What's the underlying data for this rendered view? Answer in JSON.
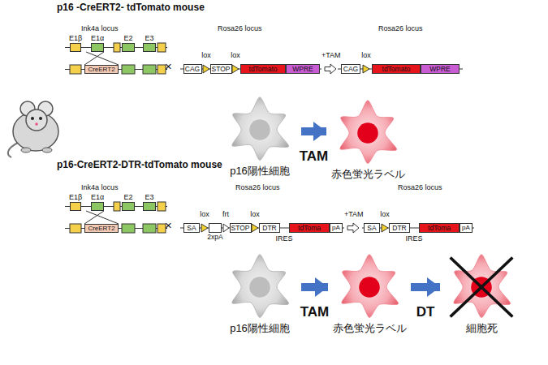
{
  "diagram": {
    "nodes": [
      {
        "text": [
          "E1β"
        ]
      },
      {
        "text": [
          "E1α"
        ]
      },
      {
        "text": [
          "E2"
        ]
      },
      {
        "text": [
          "E3"
        ]
      },
      {
        "text": [
          "CreERT2"
        ]
      },
      {
        "text": [
          "CAG"
        ]
      },
      {
        "text": [
          "STOP"
        ]
      },
      {
        "text": [
          "tdTomato"
        ]
      },
      {
        "text": [
          "WPRE"
        ]
      },
      {
        "text": [
          "CAG"
        ]
      },
      {
        "text": [
          "tdTomato"
        ]
      },
      {
        "text": [
          "WPRE"
        ]
      },
      {
        "text": [
          "p16陽性細胞"
        ]
      },
      {
        "text": [
          "赤色蛍光ラベル"
        ]
      },
      {
        "text": [
          "E1β"
        ]
      },
      {
        "text": [
          "E1α"
        ]
      },
      {
        "text": [
          "E2"
        ]
      },
      {
        "text": [
          "E3"
        ]
      },
      {
        "text": [
          "CreERT2"
        ]
      },
      {
        "text": [
          "SA"
        ]
      },
      {
        "text": [
          "2xpA"
        ]
      },
      {
        "text": [
          "STOP"
        ]
      },
      {
        "text": [
          "DTR"
        ]
      },
      {
        "text": [
          "tdToma"
        ]
      },
      {
        "text": [
          "pA"
        ]
      },
      {
        "text": [
          "SA"
        ]
      },
      {
        "text": [
          "DTR"
        ]
      },
      {
        "text": [
          "tdToma"
        ]
      },
      {
        "text": [
          "pA"
        ]
      },
      {
        "text": [
          "p16陽性細胞"
        ]
      },
      {
        "text": [
          "赤色蛍光ラベル"
        ]
      },
      {
        "text": [
          "細胞死"
        ]
      }
    ],
    "edges": [
      {
        "from": 12,
        "to": 13,
        "label": "TAM",
        "arrow": "to"
      },
      {
        "from": 29,
        "to": 30,
        "label": "TAM",
        "arrow": "to"
      },
      {
        "from": 30,
        "to": 31,
        "label": "DT",
        "arrow": "to"
      }
    ],
    "labels": [
      "p16 -CreERT2- tdTomato mouse",
      "Ink4a locus",
      "×",
      "Rosa26 locus",
      "lox",
      "lox",
      "+TAM",
      "Rosa26 locus",
      "lox",
      "p16-CreERT2-DTR-tdTomato mouse",
      "Ink4a locus",
      "×",
      "Rosa26 locus",
      "lox",
      "frt",
      "lox",
      "IRES",
      "+TAM",
      "Rosa26 locus",
      "lox",
      "IRES"
    ]
  }
}
